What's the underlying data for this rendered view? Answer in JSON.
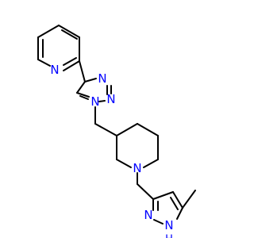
{
  "diagram": {
    "type": "chemical-structure",
    "colors": {
      "bond": "#000000",
      "heteroatom": "#0000ff",
      "background": "#ffffff"
    },
    "atom_labels": {
      "pyridine_n": "N",
      "triazole_n1": "N",
      "triazole_n2": "N",
      "triazole_n3": "N",
      "piperidine_n": "N",
      "pyrazole_n": "N",
      "pyrazole_nh": "N",
      "pyrazole_h": "H"
    }
  }
}
